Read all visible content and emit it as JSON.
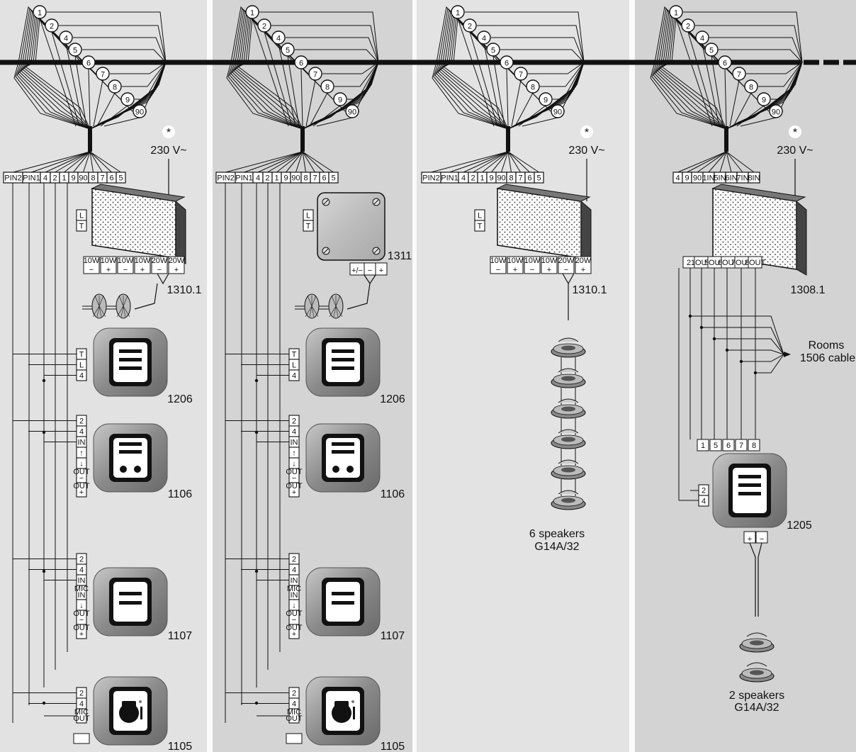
{
  "bus_numbers": [
    "1",
    "2",
    "4",
    "5",
    "6",
    "7",
    "8",
    "9",
    "90"
  ],
  "panels": [
    {
      "id": "panel1",
      "terminals": [
        "PIN2",
        "PIN1",
        "4",
        "2",
        "1",
        "9",
        "90",
        "8",
        "7",
        "6",
        "5"
      ],
      "power": "230 V~",
      "power_symbol": "*",
      "amp_model": "1310.1",
      "amp_outputs": [
        [
          "10W",
          "−"
        ],
        [
          "10W",
          "+"
        ],
        [
          "10W",
          "−"
        ],
        [
          "10W",
          "+"
        ],
        [
          "20W",
          "−"
        ],
        [
          "20W",
          "+"
        ]
      ],
      "lt_terms": [
        "L",
        "T"
      ],
      "devices": [
        {
          "model": "1206",
          "terms": [
            "T",
            "L",
            "4"
          ]
        },
        {
          "model": "1106",
          "terms": [
            "2",
            "4",
            "IN",
            "↑",
            "↓",
            "OUT −",
            "OUT +"
          ]
        },
        {
          "model": "1107",
          "terms": [
            "2",
            "4",
            "IN",
            "MIC IN",
            "↓",
            "OUT −",
            "OUT +"
          ]
        },
        {
          "model": "1105",
          "terms": [
            "2",
            "4",
            "MIC OUT"
          ]
        }
      ]
    },
    {
      "id": "panel2",
      "terminals": [
        "PIN2",
        "PIN1",
        "4",
        "2",
        "1",
        "9",
        "90",
        "8",
        "7",
        "6",
        "5"
      ],
      "amp_model": "1311",
      "amp_outputs": [
        "+/−",
        "−",
        "+"
      ],
      "lt_terms": [
        "L",
        "T"
      ],
      "devices": [
        {
          "model": "1206",
          "terms": [
            "T",
            "L",
            "4"
          ]
        },
        {
          "model": "1106",
          "terms": [
            "2",
            "4",
            "IN",
            "↑",
            "↓",
            "OUT −",
            "OUT +"
          ]
        },
        {
          "model": "1107",
          "terms": [
            "2",
            "4",
            "IN",
            "MIC IN",
            "↓",
            "OUT −",
            "OUT +"
          ]
        },
        {
          "model": "1105",
          "terms": [
            "2",
            "4",
            "MIC OUT"
          ]
        }
      ]
    },
    {
      "id": "panel3",
      "terminals": [
        "PIN2",
        "PIN1",
        "4",
        "2",
        "1",
        "9",
        "90",
        "8",
        "7",
        "6",
        "5"
      ],
      "power": "230 V~",
      "power_symbol": "*",
      "amp_model": "1310.1",
      "amp_outputs": [
        [
          "10W",
          "−"
        ],
        [
          "10W",
          "+"
        ],
        [
          "10W",
          "−"
        ],
        [
          "10W",
          "+"
        ],
        [
          "20W",
          "−"
        ],
        [
          "20W",
          "+"
        ]
      ],
      "lt_terms": [
        "L",
        "T"
      ],
      "speakers_caption": [
        "6 speakers",
        "G14A/32"
      ],
      "speaker_count": 6
    },
    {
      "id": "panel4",
      "terminals": [
        "4",
        "9",
        "90",
        "1IN",
        "5IN",
        "6IN",
        "7IN",
        "8IN"
      ],
      "power": "230 V~",
      "power_symbol": "*",
      "amp_model": "1308.1",
      "amp_outputs": [
        "2",
        "1OUT",
        "5OUT",
        "6OUT",
        "7OUT",
        "8OUT"
      ],
      "rooms_label": [
        "Rooms",
        "1506 cable"
      ],
      "device": {
        "model": "1205",
        "top_terms": [
          "1",
          "5",
          "6",
          "7",
          "8"
        ],
        "side_terms": [
          "2",
          "4"
        ],
        "bottom_terms": [
          "+",
          "−"
        ]
      },
      "speakers_caption": [
        "2 speakers",
        "G14A/32"
      ],
      "speaker_count": 2
    }
  ]
}
